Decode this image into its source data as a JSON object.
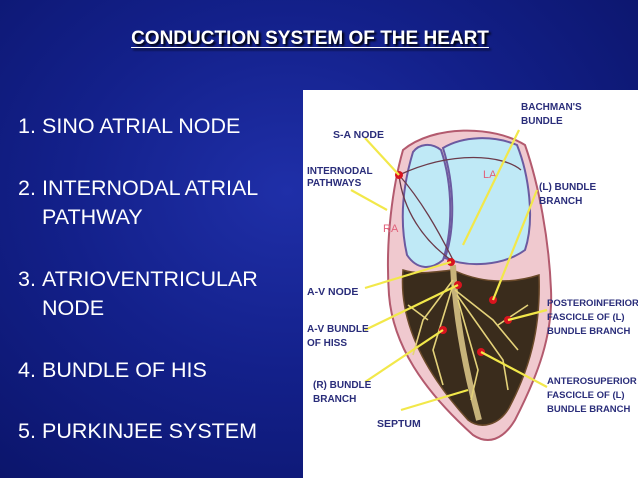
{
  "slide": {
    "title": "CONDUCTION SYSTEM OF THE HEART"
  },
  "list": [
    {
      "num": "1.",
      "text": "SINO ATRIAL NODE"
    },
    {
      "num": "2.",
      "text": "INTERNODAL ATRIAL PATHWAY"
    },
    {
      "num": "3.",
      "text": "ATRIOVENTRICULAR NODE"
    },
    {
      "num": "4.",
      "text": "BUNDLE OF HIS"
    },
    {
      "num": "5.",
      "text": "PURKINJEE SYSTEM"
    }
  ],
  "diagram": {
    "chamber_la": "LA",
    "chamber_ra": "RA",
    "labels": {
      "sa_node": "S-A NODE",
      "internodal_1": "INTERNODAL",
      "internodal_2": "PATHWAYS",
      "av_node": "A-V NODE",
      "av_bundle_1": "A-V BUNDLE",
      "av_bundle_2": "OF HISS",
      "r_bundle_1": "(R) BUNDLE",
      "r_bundle_2": "BRANCH",
      "septum": "SEPTUM",
      "bachmans_1": "BACHMAN'S",
      "bachmans_2": "BUNDLE",
      "l_bundle_1": "(L) BUNDLE",
      "l_bundle_2": "BRANCH",
      "post_1": "POSTEROINFERIOR",
      "post_2": "FASCICLE OF (L)",
      "post_3": "BUNDLE BRANCH",
      "ant_1": "ANTEROSUPERIOR",
      "ant_2": "FASCICLE OF (L)",
      "ant_3": "BUNDLE BRANCH"
    },
    "colors": {
      "background": "#13208a",
      "pointer": "#f2e84a",
      "node": "#d8141e",
      "atria": "#bfe9f6",
      "wall": "#f0c9cf",
      "label": "#2a2d7a"
    }
  }
}
